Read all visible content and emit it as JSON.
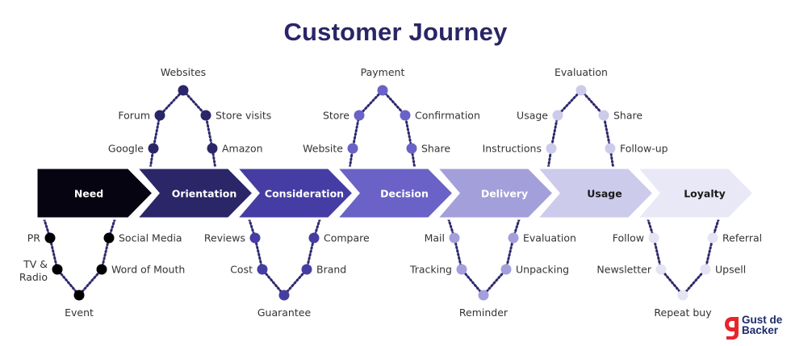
{
  "title": "Customer Journey",
  "colors": {
    "title": "#2a2566",
    "connector": "#2e2a6e",
    "logo_red": "#e8242b",
    "logo_navy": "#1c2a6b"
  },
  "stages": [
    {
      "label": "Need",
      "fill": "#050410",
      "text": "#ffffff",
      "dot": "#000000"
    },
    {
      "label": "Orientation",
      "fill": "#2b2668",
      "text": "#ffffff",
      "dot": "#2b2668"
    },
    {
      "label": "Consideration",
      "fill": "#453da3",
      "text": "#ffffff",
      "dot": "#453da3"
    },
    {
      "label": "Decision",
      "fill": "#6a62c6",
      "text": "#ffffff",
      "dot": "#6a62c6"
    },
    {
      "label": "Delivery",
      "fill": "#a39fda",
      "text": "#ffffff",
      "dot": "#a39fda"
    },
    {
      "label": "Usage",
      "fill": "#cdcbeb",
      "text": "#1a1a1a",
      "dot": "#cdcbeb"
    },
    {
      "label": "Loyalty",
      "fill": "#e9e8f7",
      "text": "#1a1a1a",
      "dot": "#e5e4f5"
    }
  ],
  "touchpoints": [
    {
      "stage": "Need",
      "direction": "down",
      "left": [
        "PR",
        "TV & Radio"
      ],
      "bottom": "Event",
      "right": [
        "Social Media",
        "Word of Mouth"
      ]
    },
    {
      "stage": "Orientation",
      "direction": "up",
      "left": [
        "Google",
        "Forum"
      ],
      "top": "Websites",
      "right": [
        "Amazon",
        "Store visits"
      ]
    },
    {
      "stage": "Consideration",
      "direction": "down",
      "left": [
        "Reviews",
        "Cost"
      ],
      "bottom": "Guarantee",
      "right": [
        "Compare",
        "Brand"
      ]
    },
    {
      "stage": "Decision",
      "direction": "up",
      "left": [
        "Website",
        "Store"
      ],
      "top": "Payment",
      "right": [
        "Share",
        "Confirmation"
      ]
    },
    {
      "stage": "Delivery",
      "direction": "down",
      "left": [
        "Mail",
        "Tracking"
      ],
      "bottom": "Reminder",
      "right": [
        "Evaluation",
        "Unpacking"
      ]
    },
    {
      "stage": "Usage",
      "direction": "up",
      "left": [
        "Instructions",
        "Usage"
      ],
      "top": "Evaluation",
      "right": [
        "Follow-up",
        "Share"
      ]
    },
    {
      "stage": "Loyalty",
      "direction": "down",
      "left": [
        "Follow",
        "Newsletter"
      ],
      "bottom": "Repeat buy",
      "right": [
        "Referral",
        "Upsell"
      ]
    }
  ],
  "logo": {
    "icon": "g-letter-icon",
    "line1": "Gust de",
    "line2": "Backer"
  }
}
